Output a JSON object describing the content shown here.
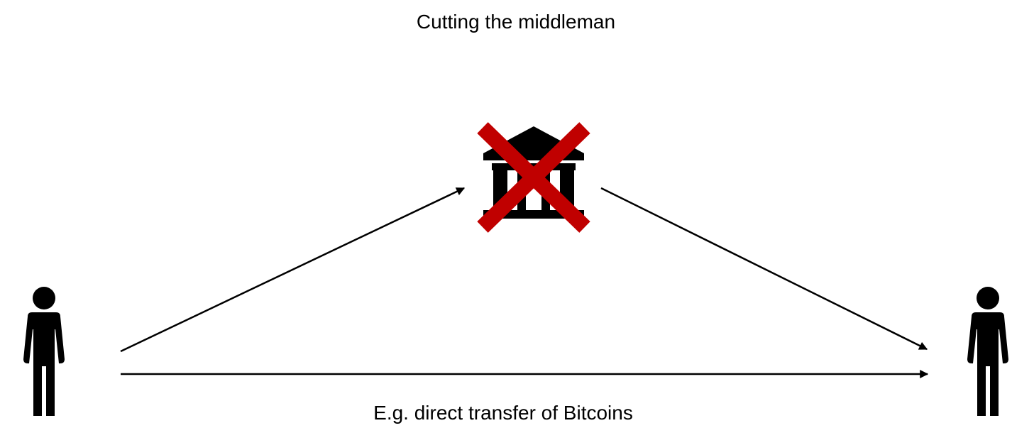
{
  "title": "Cutting the middleman",
  "caption": "E.g. direct transfer of Bitcoins",
  "nodes": {
    "sender": {
      "icon": "person-icon"
    },
    "receiver": {
      "icon": "person-icon"
    },
    "bank": {
      "icon": "bank-icon",
      "crossed_out": true
    }
  },
  "edges": [
    {
      "from": "sender",
      "to": "bank"
    },
    {
      "from": "bank",
      "to": "receiver"
    },
    {
      "from": "sender",
      "to": "receiver"
    }
  ],
  "colors": {
    "ink": "#000000",
    "cross": "#c00000",
    "background": "#ffffff"
  }
}
